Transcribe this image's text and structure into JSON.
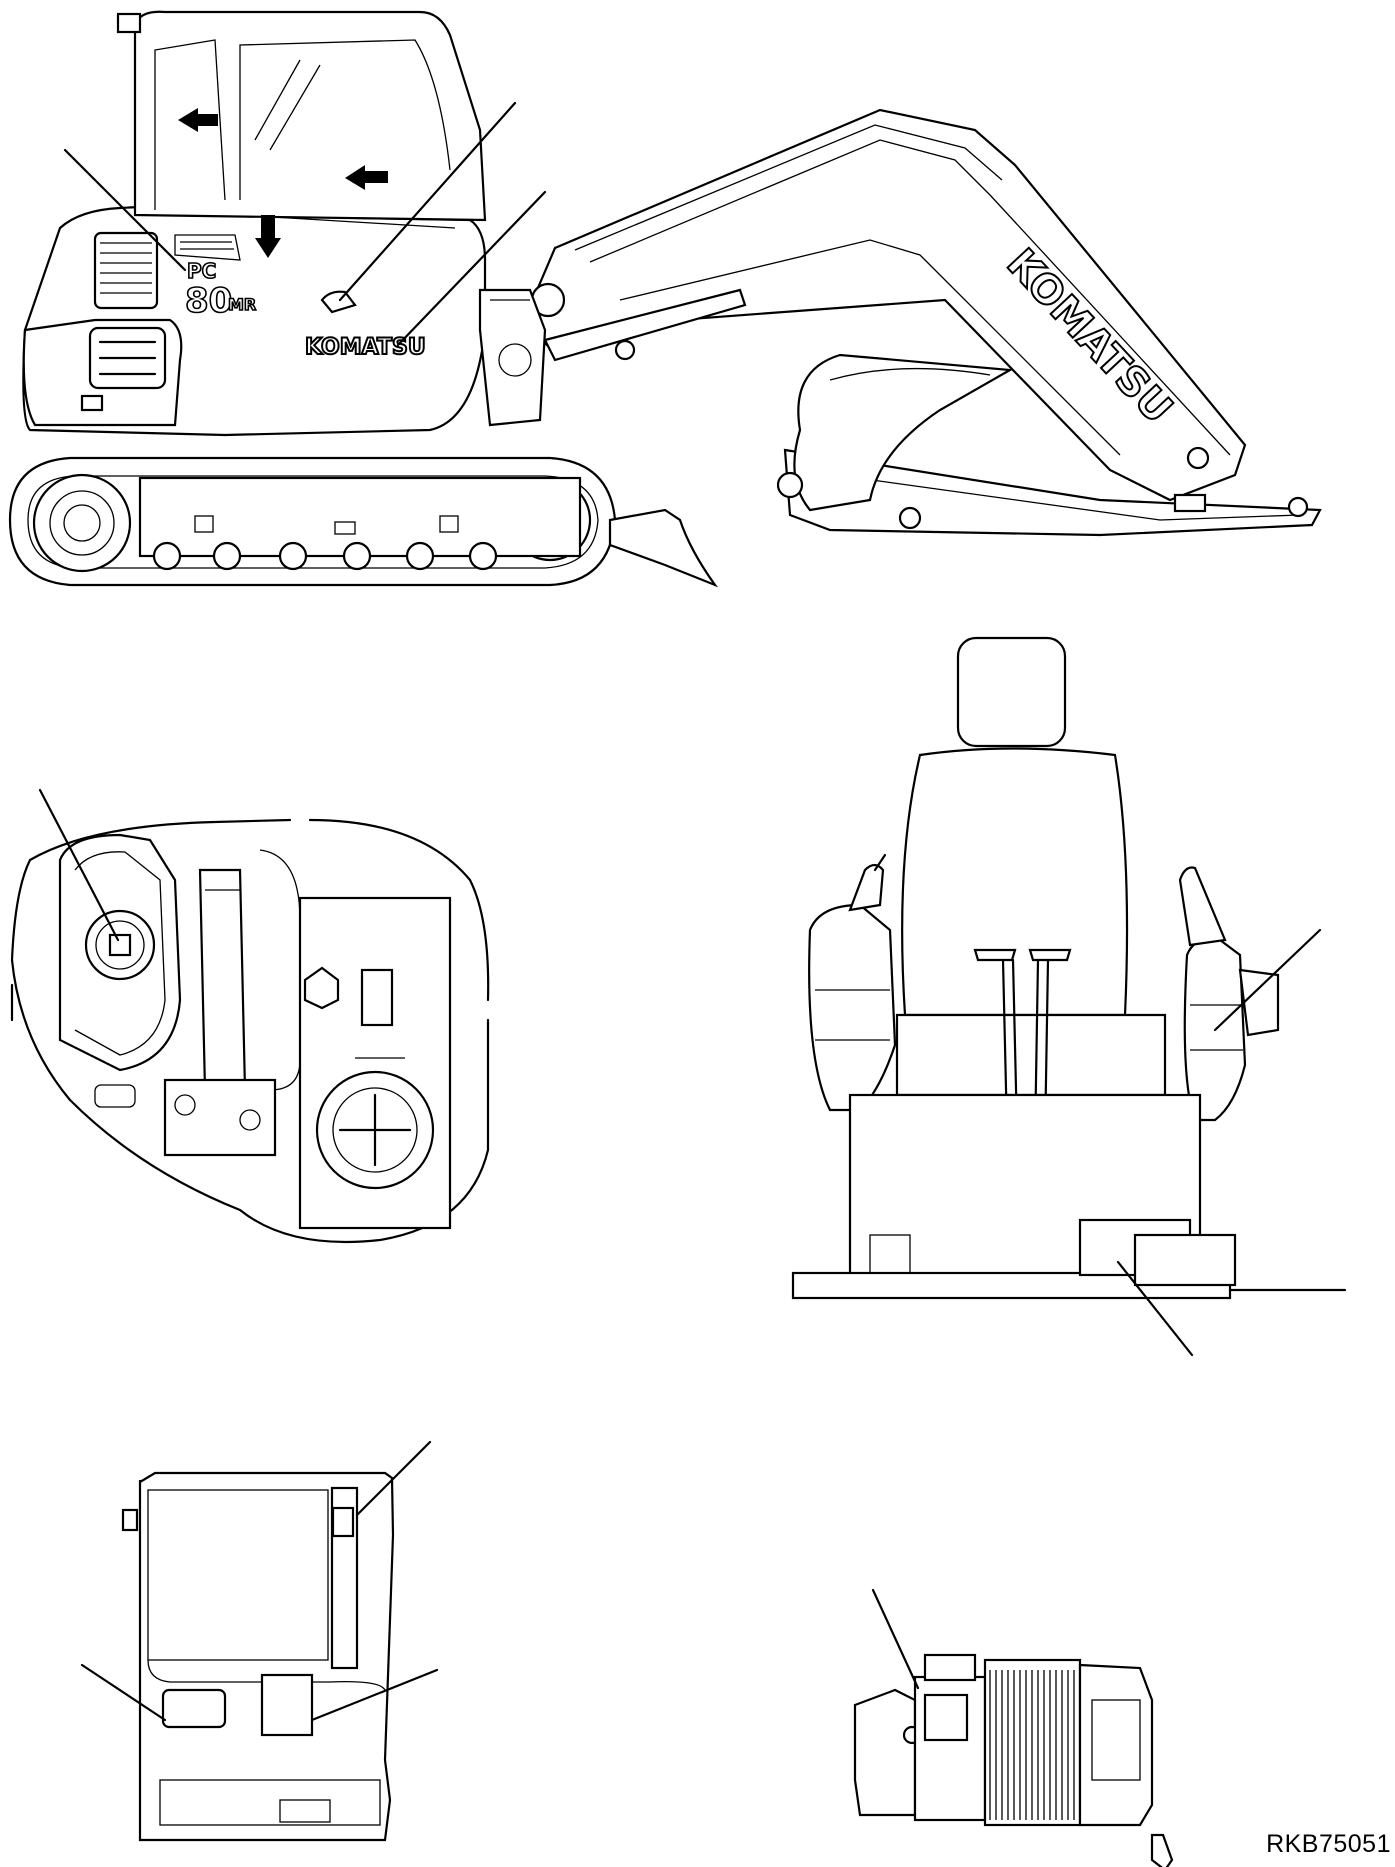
{
  "drawing": {
    "reference_code": "RKB75051",
    "excavator": {
      "brand_logo_text": "KOMATSU",
      "model_line_1": "PC",
      "model_line_2": "80",
      "model_suffix": "MR"
    }
  }
}
